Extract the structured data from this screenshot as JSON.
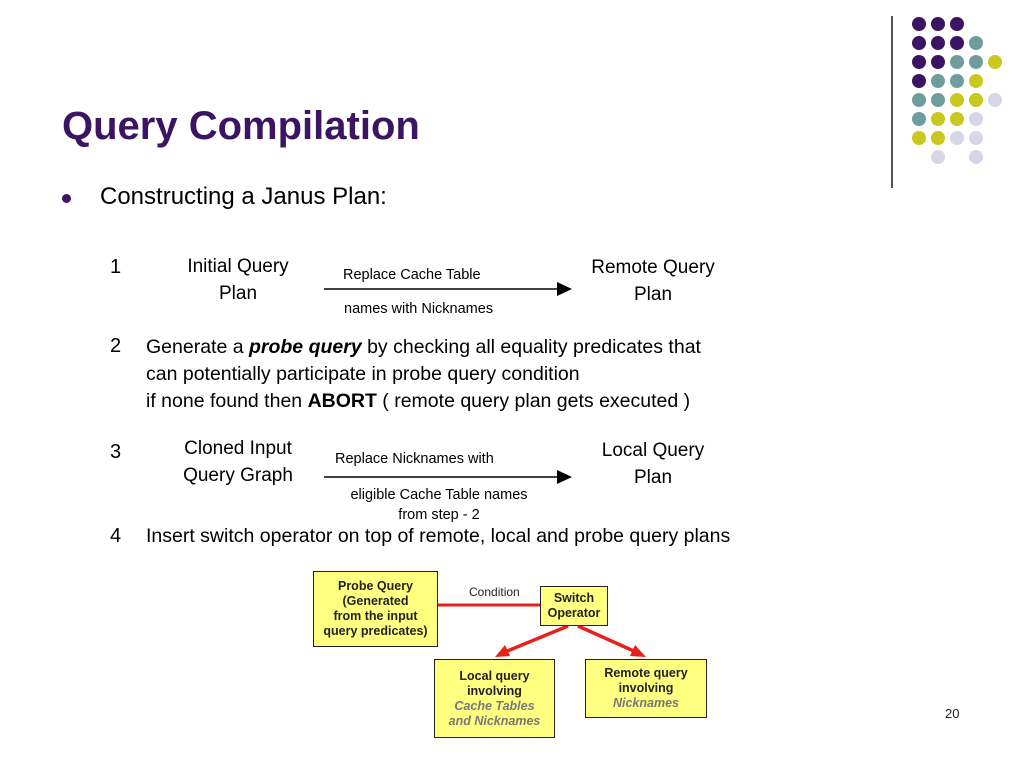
{
  "slide": {
    "title": "Query Compilation",
    "page_number": "20",
    "bullet": "Constructing a Janus Plan:"
  },
  "colors": {
    "title": "#3b1563",
    "dot_purple": "#3b1563",
    "dot_teal": "#6f9c9c",
    "dot_yellow": "#c8c81e",
    "dot_lavender": "#d6d6e8",
    "box_fill": "#ffff80",
    "arrow_red": "#e8201a"
  },
  "steps": {
    "s1": {
      "number": "1",
      "left_line1": "Initial Query",
      "left_line2": "Plan",
      "arrow_top": "Replace Cache Table",
      "arrow_bottom": "names with Nicknames",
      "right_line1": "Remote Query",
      "right_line2": "Plan"
    },
    "s2": {
      "number": "2",
      "l1_pre": "Generate a ",
      "l1_em": "probe query",
      "l1_post": " by checking all equality predicates that",
      "l2": "can potentially participate in probe query condition",
      "l3_pre": "if none found then ",
      "l3_bold": "ABORT",
      "l3_post": " ( remote query plan gets executed )"
    },
    "s3": {
      "number": "3",
      "left_line1": "Cloned Input",
      "left_line2": "Query Graph",
      "arrow_top": "Replace Nicknames with",
      "arrow_bottom1": "eligible Cache Table names",
      "arrow_bottom2": "from step - 2",
      "right_line1": "Local Query",
      "right_line2": "Plan"
    },
    "s4": {
      "number": "4",
      "text": "Insert switch operator on top of remote, local and probe query plans"
    }
  },
  "diagram": {
    "probe": [
      "Probe Query",
      "(Generated",
      "from the input",
      "query predicates)"
    ],
    "condition": "Condition",
    "switch": [
      "Switch",
      "Operator"
    ],
    "local": [
      "Local query",
      "involving",
      "Cache Tables",
      "and Nicknames"
    ],
    "remote": [
      "Remote query",
      "involving",
      "Nicknames"
    ]
  }
}
